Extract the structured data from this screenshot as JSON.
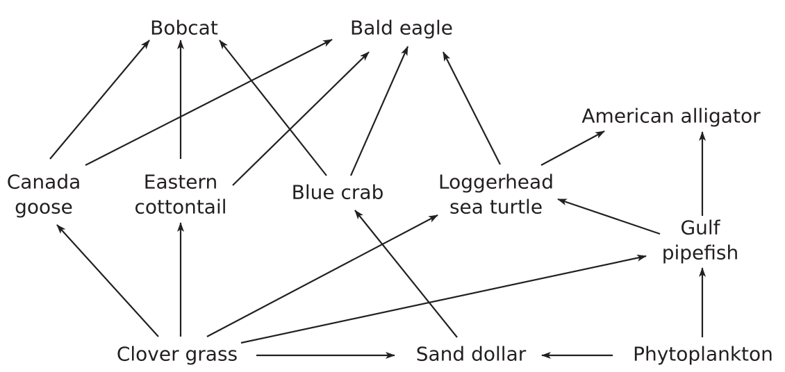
{
  "diagram": {
    "nodes": [
      {
        "id": "bobcat",
        "lines": [
          "Bobcat"
        ]
      },
      {
        "id": "bald-eagle",
        "lines": [
          "Bald eagle"
        ]
      },
      {
        "id": "american-alligator",
        "lines": [
          "American alligator"
        ]
      },
      {
        "id": "canada-goose",
        "lines": [
          "Canada",
          "goose"
        ]
      },
      {
        "id": "eastern-cottontail",
        "lines": [
          "Eastern",
          "cottontail"
        ]
      },
      {
        "id": "blue-crab",
        "lines": [
          "Blue crab"
        ]
      },
      {
        "id": "loggerhead-sea-turtle",
        "lines": [
          "Loggerhead",
          "sea turtle"
        ]
      },
      {
        "id": "gulf-pipefish",
        "lines": [
          "Gulf",
          "pipefish"
        ]
      },
      {
        "id": "clover-grass",
        "lines": [
          "Clover grass"
        ]
      },
      {
        "id": "sand-dollar",
        "lines": [
          "Sand dollar"
        ]
      },
      {
        "id": "phytoplankton",
        "lines": [
          "Phytoplankton"
        ]
      }
    ],
    "edges": [
      {
        "from": "canada-goose",
        "to": "bobcat"
      },
      {
        "from": "eastern-cottontail",
        "to": "bobcat"
      },
      {
        "from": "blue-crab",
        "to": "bobcat"
      },
      {
        "from": "canada-goose",
        "to": "bald-eagle"
      },
      {
        "from": "eastern-cottontail",
        "to": "bald-eagle"
      },
      {
        "from": "blue-crab",
        "to": "bald-eagle"
      },
      {
        "from": "loggerhead-sea-turtle",
        "to": "bald-eagle"
      },
      {
        "from": "loggerhead-sea-turtle",
        "to": "american-alligator"
      },
      {
        "from": "gulf-pipefish",
        "to": "american-alligator"
      },
      {
        "from": "gulf-pipefish",
        "to": "loggerhead-sea-turtle"
      },
      {
        "from": "clover-grass",
        "to": "canada-goose"
      },
      {
        "from": "clover-grass",
        "to": "eastern-cottontail"
      },
      {
        "from": "clover-grass",
        "to": "loggerhead-sea-turtle"
      },
      {
        "from": "clover-grass",
        "to": "gulf-pipefish"
      },
      {
        "from": "clover-grass",
        "to": "sand-dollar"
      },
      {
        "from": "sand-dollar",
        "to": "blue-crab"
      },
      {
        "from": "phytoplankton",
        "to": "sand-dollar"
      },
      {
        "from": "phytoplankton",
        "to": "gulf-pipefish"
      }
    ]
  }
}
